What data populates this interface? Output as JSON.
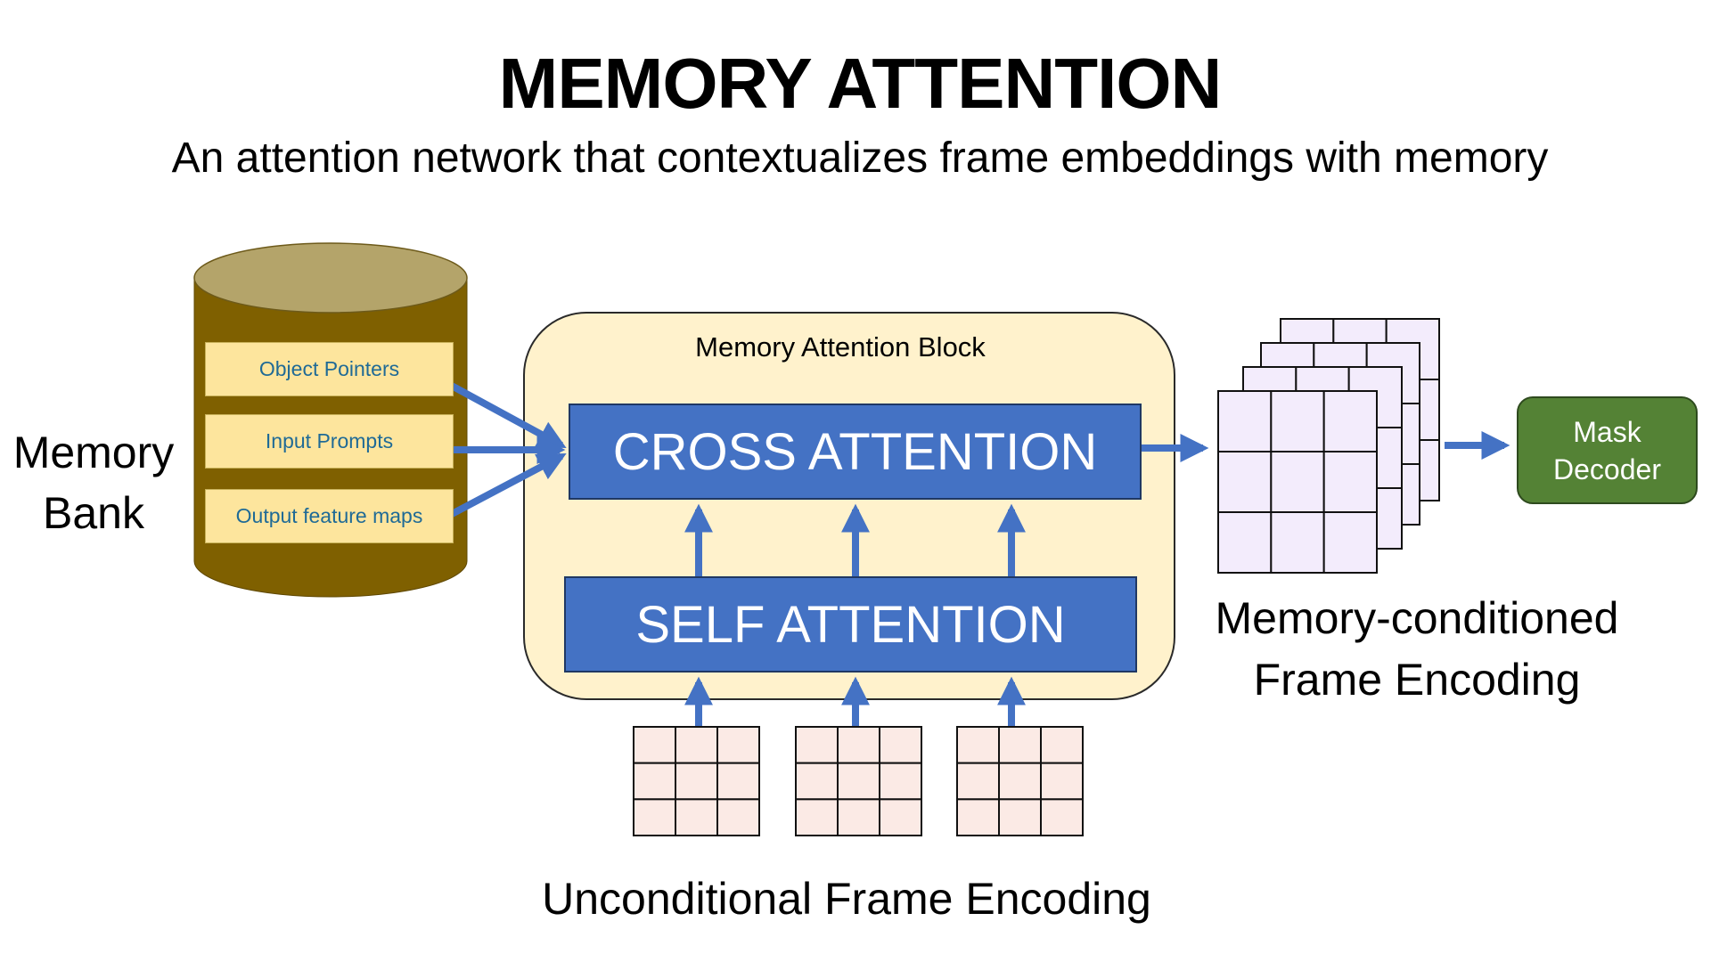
{
  "title": "MEMORY ATTENTION",
  "subtitle": "An attention network that contextualizes frame embeddings with memory",
  "memory_bank": {
    "label_line1": "Memory",
    "label_line2": "Bank",
    "items": [
      "Object Pointers",
      "Input Prompts",
      "Output feature maps"
    ]
  },
  "block": {
    "label": "Memory Attention Block",
    "cross_attention": "CROSS ATTENTION",
    "self_attention": "SELF ATTENTION"
  },
  "inputs": {
    "label": "Unconditional Frame Encoding",
    "grid_count": 3,
    "grid_rows": 3,
    "grid_cols": 3
  },
  "outputs": {
    "label_line1": "Memory-conditioned",
    "label_line2": "Frame Encoding",
    "stack_count": 4
  },
  "mask_decoder": {
    "line1": "Mask",
    "line2": "Decoder"
  },
  "colors": {
    "attention_blue": "#4472c4",
    "arrow_blue": "#4472c4",
    "block_bg": "#fff2cc",
    "cylinder_body": "#7f6000",
    "cylinder_top": "#b4a46a",
    "bank_item_bg": "#fde59d",
    "bank_item_text": "#1f6a96",
    "input_grid_fill": "#fbeae5",
    "output_grid_fill": "#f3ecfc",
    "mask_decoder_green": "#548235"
  }
}
